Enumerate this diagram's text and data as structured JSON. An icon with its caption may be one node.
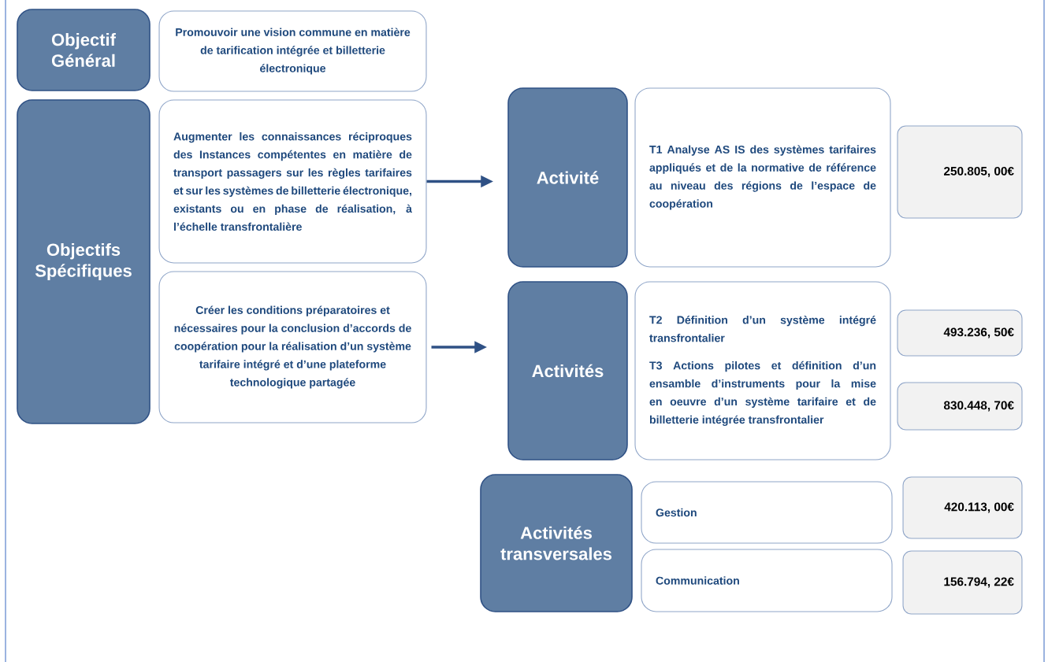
{
  "diagram": {
    "nodes": [
      {
        "text": [
          "Objectif Général"
        ]
      },
      {
        "text": [
          "Promouvoir une vision commune en matière de tarification intégrée et billetterie électronique"
        ]
      },
      {
        "text": [
          "Objectifs Spécifiques"
        ]
      },
      {
        "text": [
          "Augmenter les connaissances réciproques des Instances compétentes en matière de transport passagers sur les règles tarifaires et sur les systèmes de billetterie électronique, existants ou en phase de réalisation, à l’échelle transfrontalière"
        ]
      },
      {
        "text": [
          "Créer les conditions préparatoires et nécessaires pour la conclusion d’accords de coopération pour la réalisation d’un système tarifaire intégré et d’une plateforme technologique partagée"
        ]
      },
      {
        "text": [
          "Activité"
        ]
      },
      {
        "text": [
          "T1 Analyse AS IS des systèmes tarifaires appliqués et de la normative de référence au niveau des régions de l’espace de coopération"
        ]
      },
      {
        "text": [
          "250.805, 00€"
        ]
      },
      {
        "text": [
          "Activités"
        ]
      },
      {
        "text": [
          "T2 Définition d’un système intégré transfrontalier",
          "T3 Actions pilotes et définition d’un ensamble d’instruments pour la mise en oeuvre d’un système tarifaire et de billetterie intégrée transfrontalier"
        ]
      },
      {
        "text": [
          "493.236, 50€"
        ]
      },
      {
        "text": [
          "830.448, 70€"
        ]
      },
      {
        "text": [
          "Activités transversales"
        ]
      },
      {
        "text": [
          "Gestion"
        ]
      },
      {
        "text": [
          "Communication"
        ]
      },
      {
        "text": [
          "420.113, 00€"
        ]
      },
      {
        "text": [
          "156.794, 22€"
        ]
      }
    ],
    "edges": [
      {
        "from": 3,
        "to": 5,
        "arrow": "to"
      },
      {
        "from": 4,
        "to": 8,
        "arrow": "to"
      }
    ]
  }
}
